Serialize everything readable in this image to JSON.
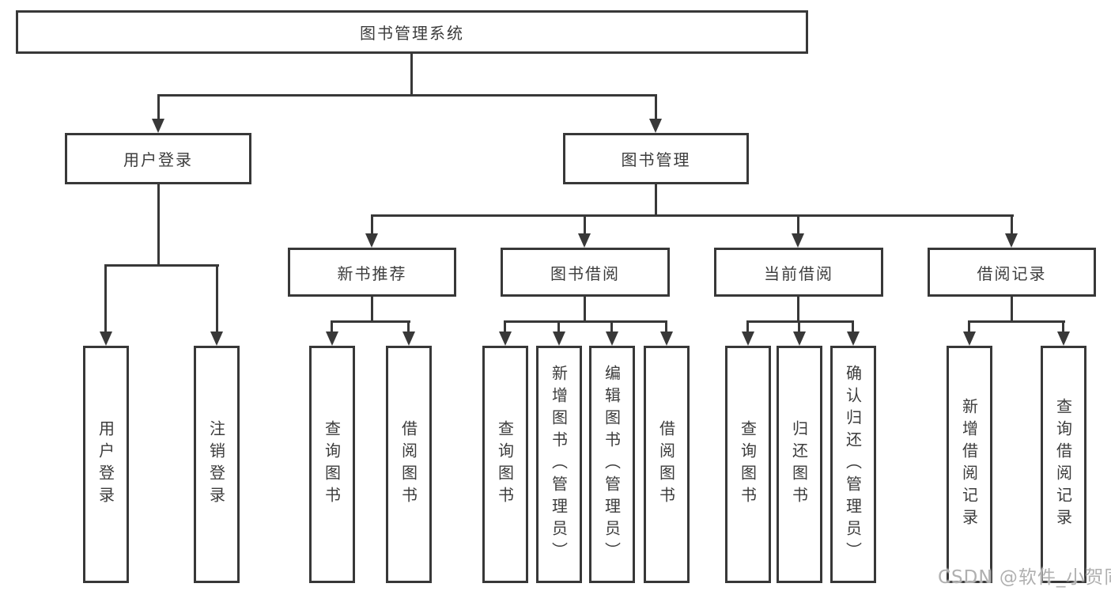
{
  "diagram": {
    "title": "图书管理系统",
    "level2": {
      "user_login": "用户登录",
      "book_management": "图书管理"
    },
    "level3": {
      "new_book_recommend": "新书推荐",
      "book_borrow": "图书借阅",
      "current_borrow": "当前借阅",
      "borrow_records": "借阅记录"
    },
    "leaves": {
      "user_login": [
        "用户登录",
        "注销登录"
      ],
      "new_book_recommend": [
        "查询图书",
        "借阅图书"
      ],
      "book_borrow": [
        "查询图书",
        "新增图书（管理员）",
        "编辑图书（管理员）",
        "借阅图书"
      ],
      "current_borrow": [
        "查询图书",
        "归还图书",
        "确认归还（管理员）"
      ],
      "borrow_records": [
        "新增借阅记录",
        "查询借阅记录"
      ]
    },
    "watermark": "CSDN @软件_小贺同学",
    "colors": {
      "line": "#383838",
      "text": "#3c3c3c",
      "watermark": "#b0b0b0",
      "box_fill": "#ffffff",
      "background": "#ffffff"
    }
  }
}
